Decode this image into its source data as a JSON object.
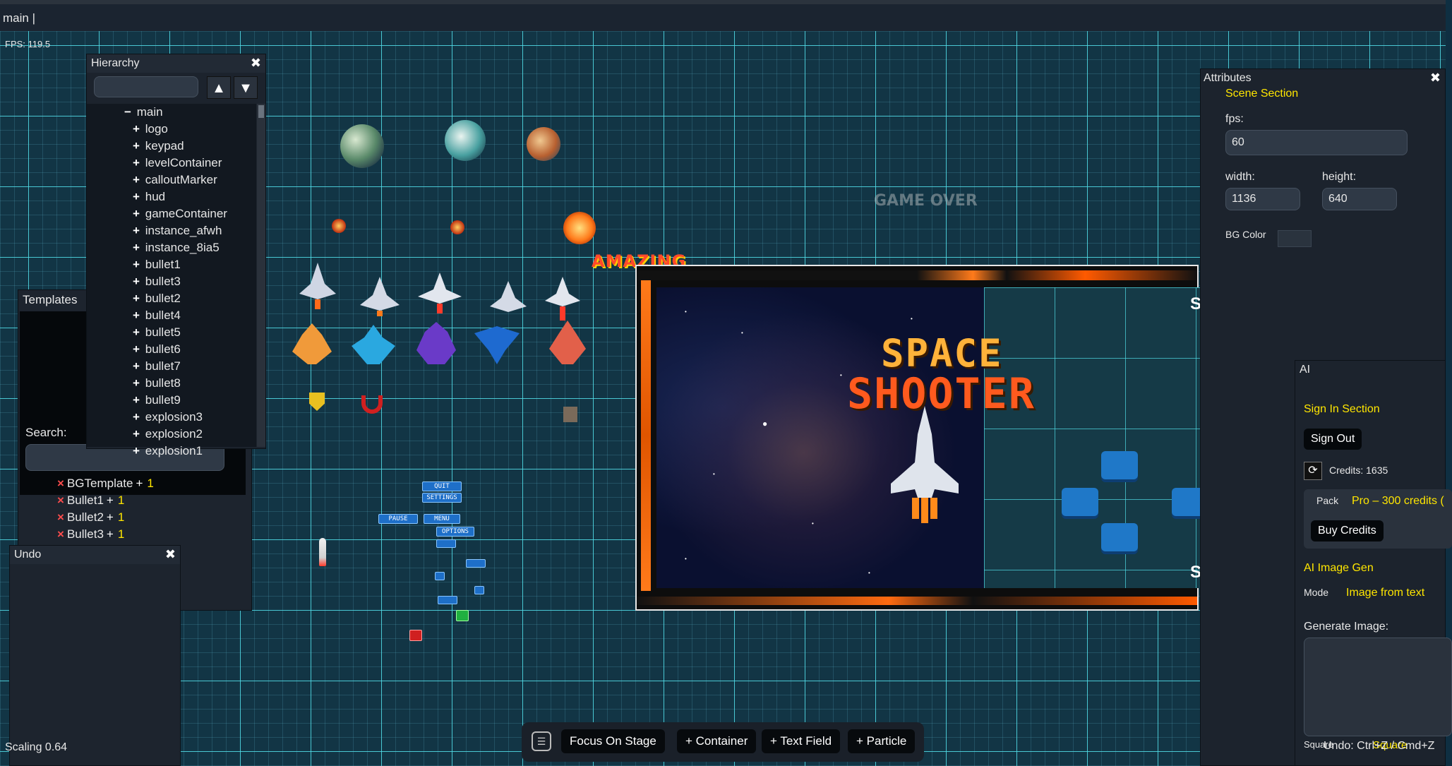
{
  "topbar": {
    "title": "main |"
  },
  "stage": {
    "fps": "FPS: 119.5",
    "scaling": "Scaling 0.64",
    "undo_hint": "Undo: Ctrl+Z / Cmd+Z"
  },
  "hierarchy": {
    "title": "Hierarchy",
    "up_label": "▲",
    "down_label": "▼",
    "root": "main",
    "items": [
      "logo",
      "keypad",
      "levelContainer",
      "calloutMarker",
      "hud",
      "gameContainer",
      "instance_afwh",
      "instance_8ia5",
      "bullet1",
      "bullet3",
      "bullet2",
      "bullet4",
      "bullet5",
      "bullet6",
      "bullet7",
      "bullet8",
      "bullet9",
      "explosion3",
      "explosion2",
      "explosion1"
    ]
  },
  "templates": {
    "title": "Templates",
    "search_label": "Search:",
    "rows": [
      {
        "name": "BGTemplate",
        "count": "1"
      },
      {
        "name": "Bullet1",
        "count": "1"
      },
      {
        "name": "Bullet2",
        "count": "1"
      },
      {
        "name": "Bullet3",
        "count": "1"
      }
    ]
  },
  "undo": {
    "title": "Undo"
  },
  "attributes": {
    "title": "Attributes",
    "section": "Scene Section",
    "fps_label": "fps:",
    "fps_value": "60",
    "width_label": "width:",
    "width_value": "1136",
    "height_label": "height:",
    "height_value": "640",
    "bg_label": "BG Color"
  },
  "ai": {
    "title": "AI",
    "signin_section": "Sign In Section",
    "signout": "Sign Out",
    "credits": "Credits: 1635",
    "pack_label": "Pack",
    "pack_value": "Pro – 300 credits (",
    "buy": "Buy Credits",
    "image_gen": "AI Image Gen",
    "mode_label": "Mode",
    "mode_value": "Image from text",
    "generate_label": "Generate Image:",
    "square_label": "Square",
    "square_value": "Square"
  },
  "game": {
    "title_line1": "SPACE",
    "title_line2": "SHOOTER",
    "amazing": "AMAZING",
    "game_over": "GAME OVER",
    "edge_s": "S"
  },
  "sprites": {
    "quit": "QUIT",
    "settings": "SETTINGS",
    "pause": "PAUSE",
    "menu": "MENU",
    "options": "OPTIONS"
  },
  "toolbar": {
    "focus": "Focus On Stage",
    "container": "+ Container",
    "text_field": "+ Text Field",
    "particle": "+ Particle"
  },
  "colors": {
    "accent": "#ffe600",
    "grid": "#50dce6",
    "panel": "#1e2530"
  }
}
